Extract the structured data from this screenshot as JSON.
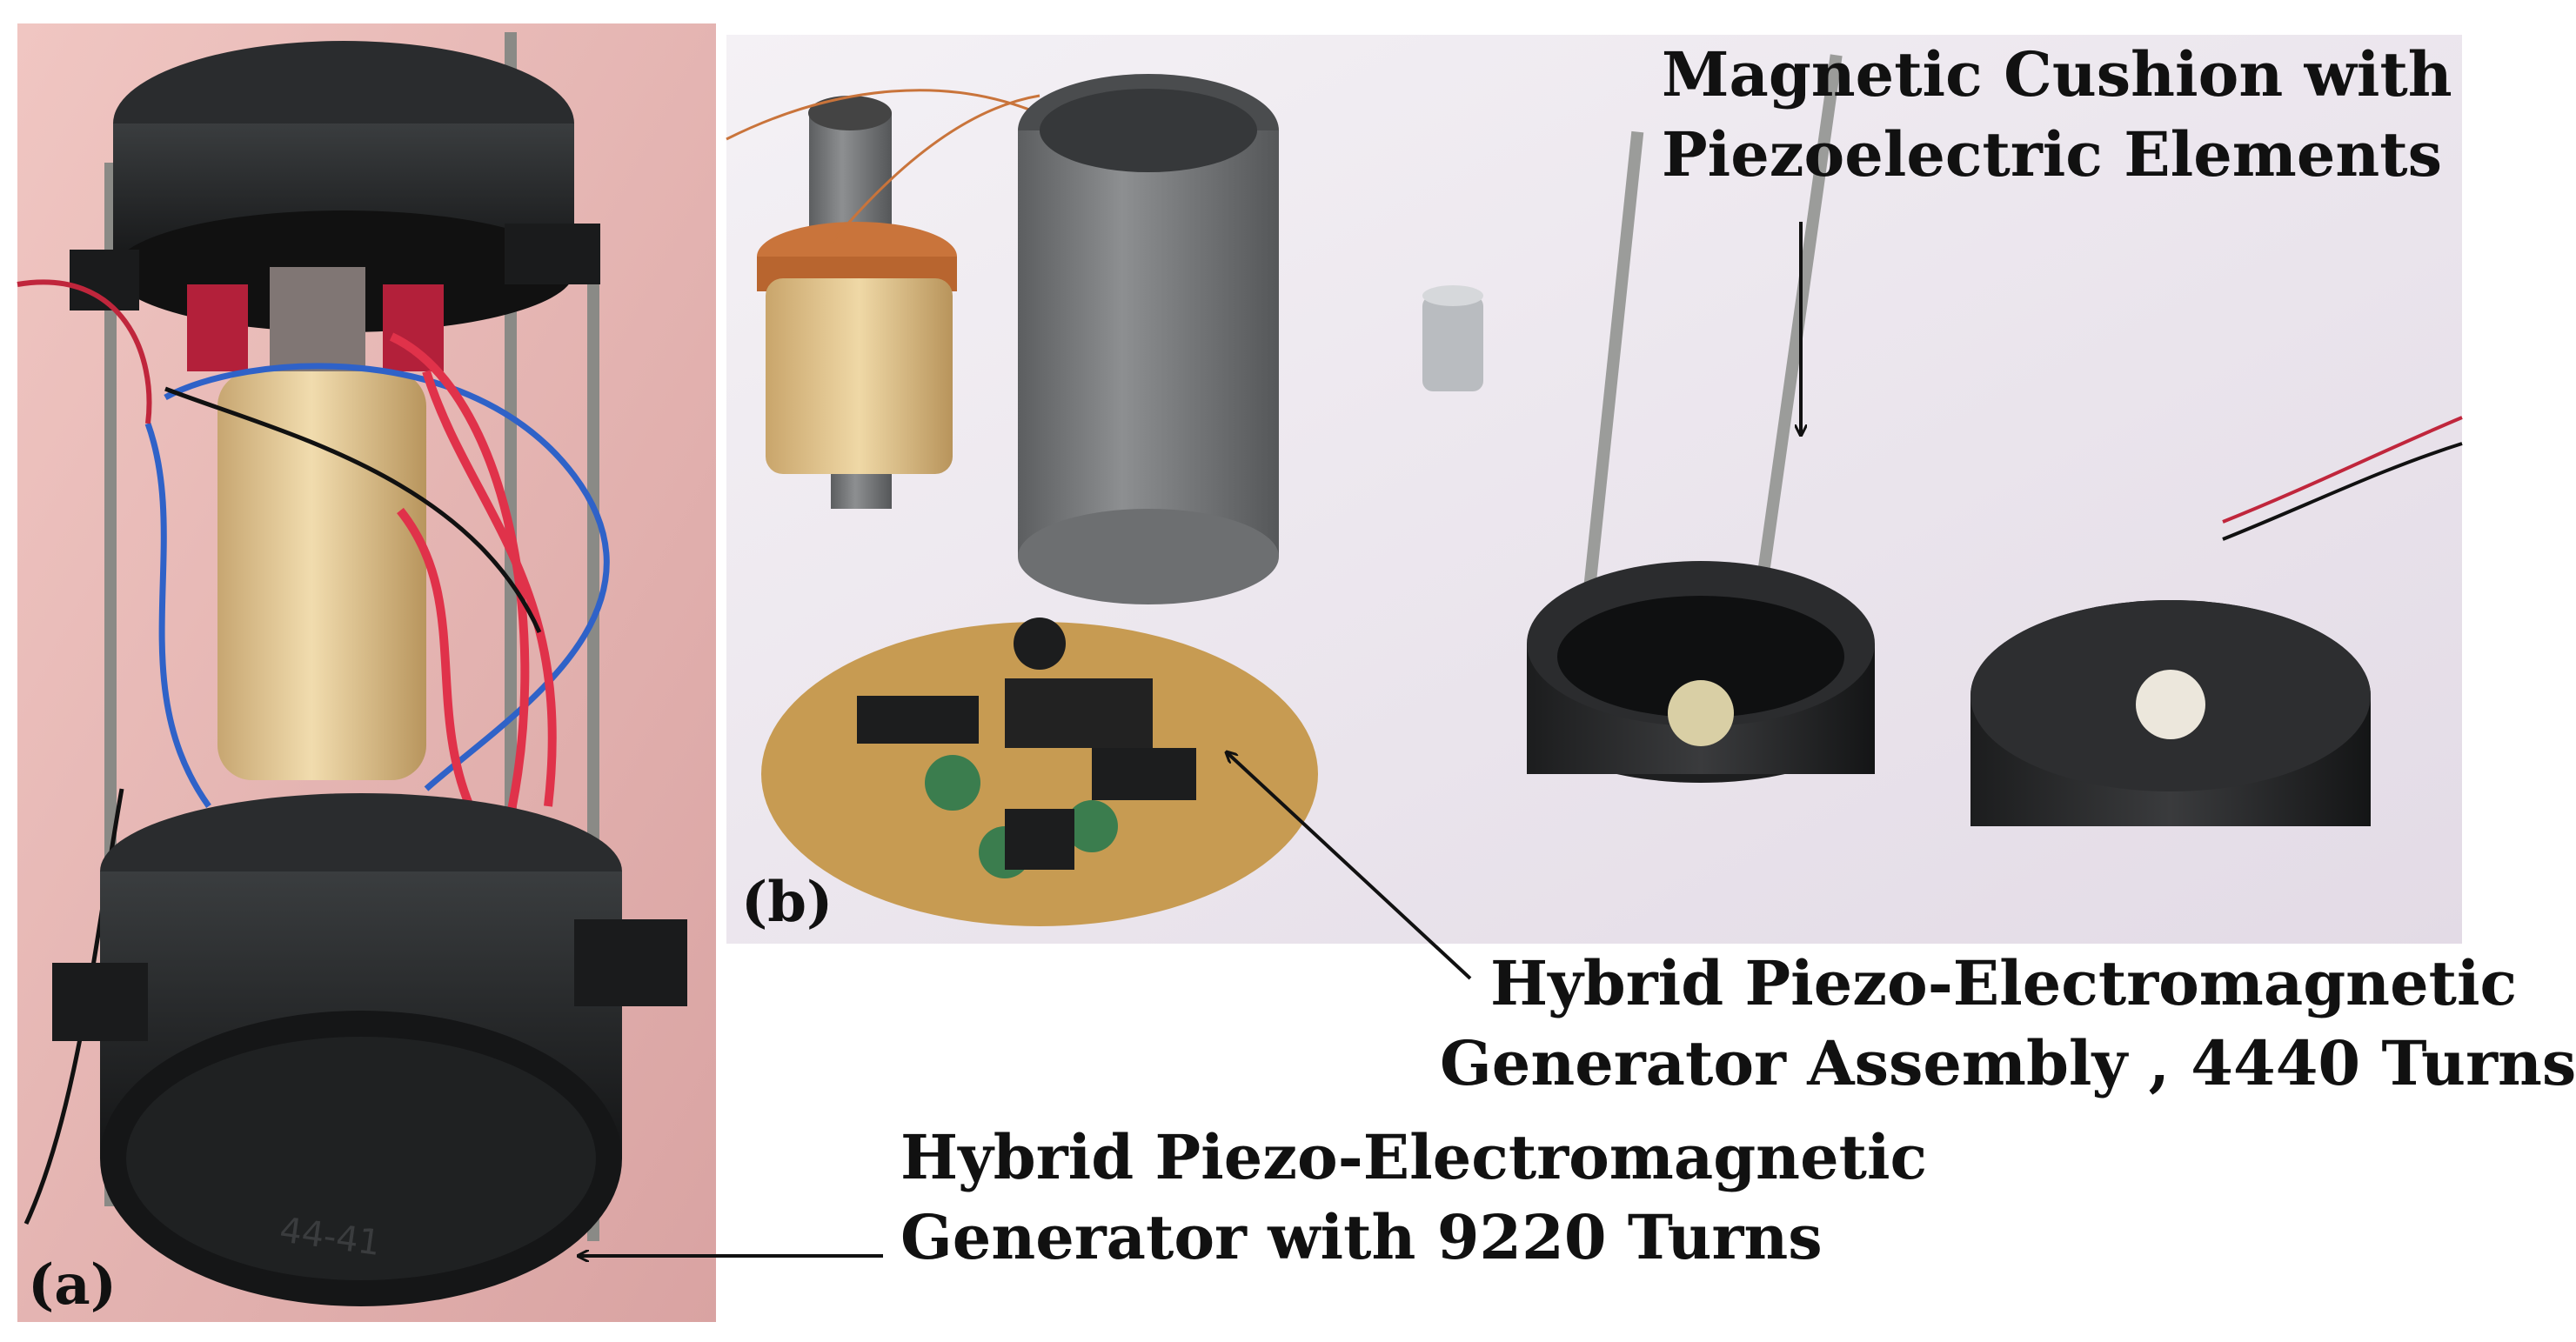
{
  "panels": {
    "a": {
      "tag": "(a)",
      "caption_line1": "Hybrid Piezo-Electromagnetic",
      "caption_line2": "Generator with 9220 Turns",
      "housing_marking": "44-41"
    },
    "b": {
      "tag": "(b)",
      "assembly_caption_line1": "Hybrid Piezo-Electromagnetic",
      "assembly_caption_line2": "Generator Assembly , 4440 Turns",
      "cushion_caption_line1": "Magnetic Cushion with",
      "cushion_caption_line2": "Piezoelectric   Elements"
    }
  },
  "colors": {
    "background": "#ffffff",
    "text": "#111111",
    "photo_a_backdrop": "#e7b4b0",
    "photo_b_backdrop": "#eee9f0",
    "housing": "#1d1f20",
    "coil_tape": "#e7cf9e",
    "copper": "#c9743b",
    "pvc_grey": "#76787a",
    "wire_red": "#e0324a",
    "wire_blue": "#2f62c8",
    "pcb": "#c79b52"
  }
}
